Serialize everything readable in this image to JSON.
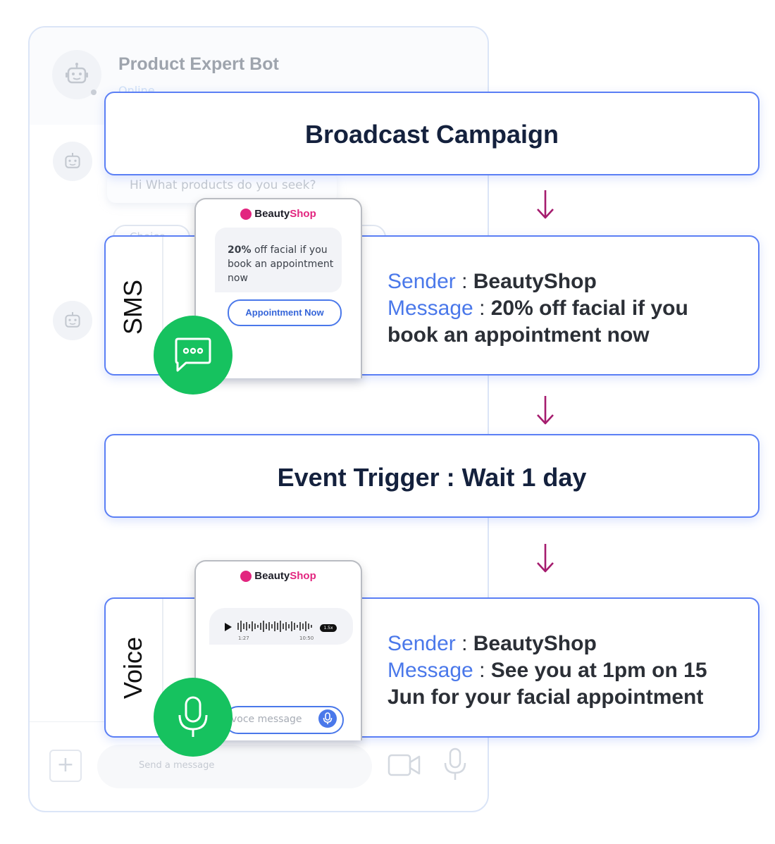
{
  "background_chat": {
    "title": "Product Expert Bot",
    "status": "Online",
    "bot_message": "Hi  What products do you seek?",
    "choice_label": "Choice",
    "input_placeholder": "Send a message"
  },
  "flow": {
    "broadcast": {
      "title": "Broadcast Campaign"
    },
    "sms": {
      "channel": "SMS",
      "sender_label": "Sender",
      "sender_value": "BeautyShop",
      "message_label": "Message",
      "message_value": "20% off facial if you book an appointment now",
      "phone": {
        "brand_a": "Beauty",
        "brand_b": "Shop",
        "bubble_bold": "20%",
        "bubble_rest": " off facial if you book an appointment now",
        "button": "Appointment Now"
      }
    },
    "event": {
      "title": "Event Trigger : Wait 1 day"
    },
    "voice": {
      "channel": "Voice",
      "sender_label": "Sender",
      "sender_value": "BeautyShop",
      "message_label": "Message",
      "message_value": "See you at 1pm on 15 Jun for your facial appointment",
      "phone": {
        "brand_a": "Beauty",
        "brand_b": "Shop",
        "time_current": "1:27",
        "time_total": "10:50",
        "speed": "1.5x",
        "input_placeholder": "voce message"
      }
    }
  },
  "colors": {
    "card_border": "#5b7ff5",
    "label_blue": "#4a78ea",
    "arrow": "#a51c6e",
    "green": "#16c25f",
    "brand_pink": "#e2257f"
  }
}
